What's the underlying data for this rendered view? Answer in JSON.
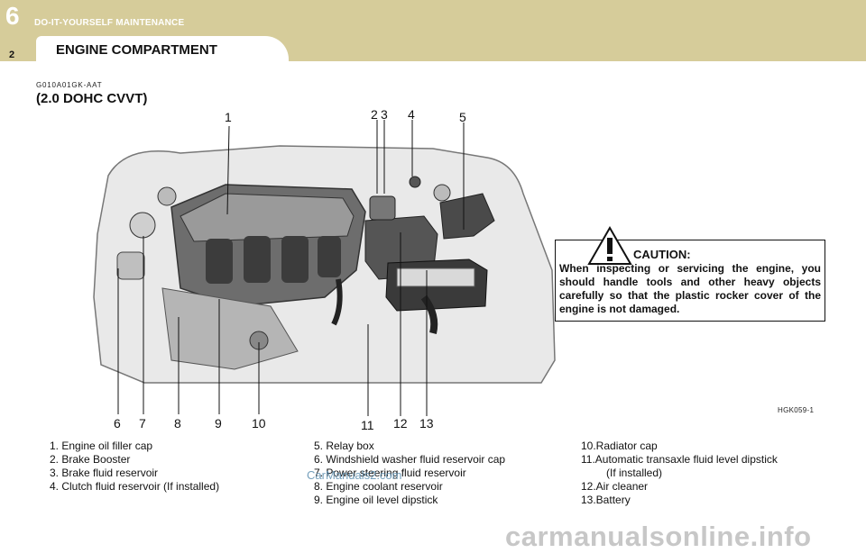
{
  "header": {
    "chapter_number": "6",
    "chapter_title": "DO-IT-YOURSELF MAINTENANCE",
    "page_number": "2",
    "section_title": "ENGINE COMPARTMENT"
  },
  "figure": {
    "code": "G010A01GK-AAT",
    "title": "(2.0 DOHC CVVT)",
    "figure_id": "HGK059-1",
    "callouts_top": [
      "1",
      "2",
      "3",
      "4",
      "5"
    ],
    "callouts_bottom": [
      "6",
      "7",
      "8",
      "9",
      "10",
      "11",
      "12",
      "13"
    ]
  },
  "caution": {
    "title": "CAUTION:",
    "body": "When inspecting or servicing the engine, you should handle tools and other heavy objects carefully so that the plastic rocker cover of the engine is not damaged."
  },
  "legend": {
    "col1": [
      "1.  Engine oil filler cap",
      "2.  Brake  Booster",
      "3.  Brake fluid reservoir",
      "4.  Clutch fluid reservoir (If installed)"
    ],
    "col2": [
      "5.  Relay box",
      "6.  Windshield washer fluid reservoir cap",
      "7.  Power steering fluid reservoir",
      "8.  Engine coolant reservoir",
      "9.  Engine oil level dipstick"
    ],
    "col3_line1": "10.Radiator cap",
    "col3_line2": "11.Automatic transaxle fluid level dipstick",
    "col3_line3": "(If installed)",
    "col3_line4": "12.Air cleaner",
    "col3_line5": "13.Battery"
  },
  "watermarks": {
    "small": "CarManuals2.com",
    "large": "carmanualsonline.info"
  }
}
